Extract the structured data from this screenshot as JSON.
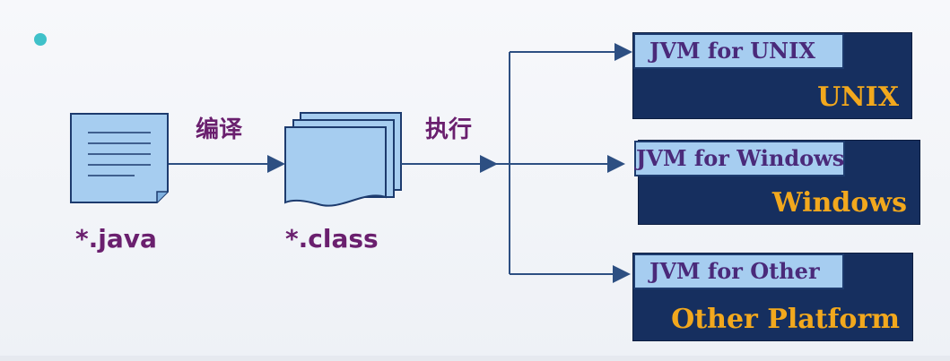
{
  "source_file": {
    "label": "*.java"
  },
  "class_file": {
    "label": "*.class"
  },
  "compile_label": "编译",
  "execute_label": "执行",
  "platforms": [
    {
      "jvm": "JVM for UNIX",
      "name": "UNIX"
    },
    {
      "jvm": "JVM for Windows",
      "name": "Windows"
    },
    {
      "jvm": "JVM for Other",
      "name": "Other Platform"
    }
  ],
  "colors": {
    "file_fill": "#a6cdf0",
    "file_stroke": "#1d3b6e",
    "arrow": "#2d4f82",
    "platform_bg": "#162f5f",
    "platform_name": "#f2a81d",
    "label_purple": "#6a1f6e",
    "bullet": "#3fc1c9"
  }
}
